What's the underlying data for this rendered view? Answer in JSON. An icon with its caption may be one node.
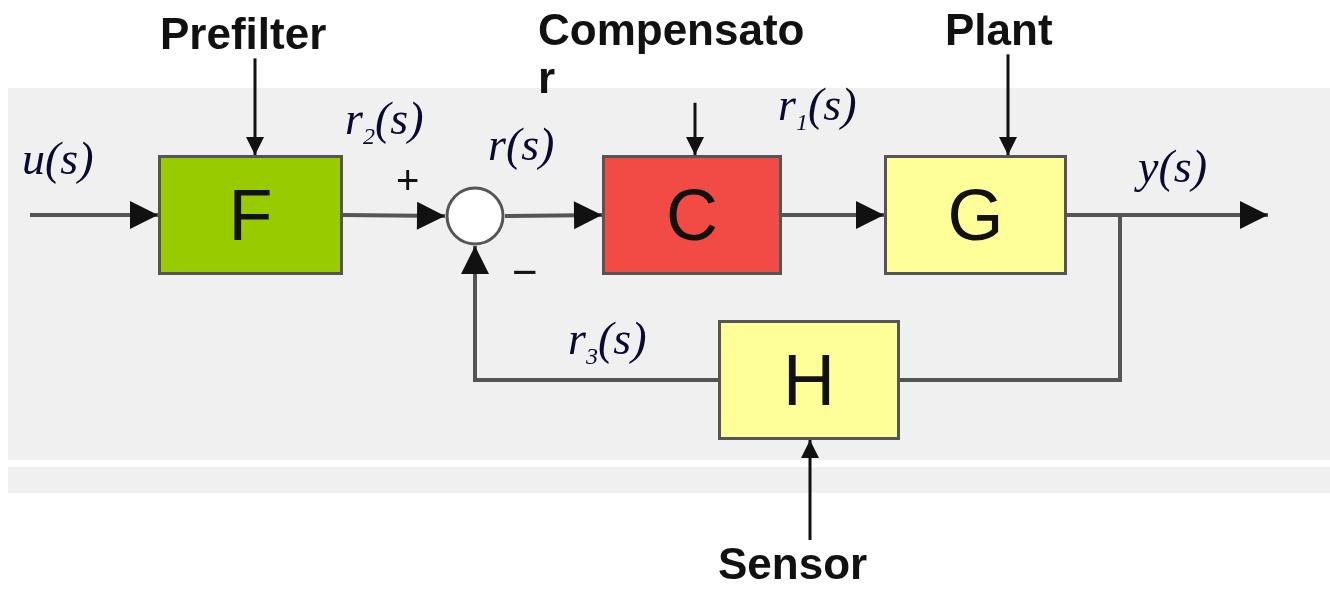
{
  "diagram": {
    "nodes": [
      {
        "text": [
          "Prefilter"
        ]
      },
      {
        "text": [
          "F"
        ]
      },
      {
        "text": [
          "Compensato r"
        ]
      },
      {
        "text": [
          "C"
        ]
      },
      {
        "text": [
          "Plant"
        ]
      },
      {
        "text": [
          "G"
        ]
      },
      {
        "text": [],
        "shape": "circle"
      },
      {
        "text": [
          "H"
        ]
      },
      {
        "text": [
          "Sensor"
        ]
      }
    ],
    "edges": [
      {
        "from": null,
        "to": 1,
        "arrow": "to",
        "label": "u(s)"
      },
      {
        "from": 0,
        "to": 1,
        "arrow": "to",
        "color": "#111111"
      },
      {
        "from": 1,
        "to": 6,
        "arrow": "to",
        "label": "r$_{2}$(s)"
      },
      {
        "from": 6,
        "to": 3,
        "arrow": "to",
        "label": "r(s)"
      },
      {
        "from": 2,
        "to": 3,
        "arrow": "to",
        "color": "#111111"
      },
      {
        "from": 3,
        "to": 5,
        "arrow": "to",
        "label": "r$_{1}$(s)"
      },
      {
        "from": 4,
        "to": 5,
        "arrow": "to",
        "color": "#111111"
      },
      {
        "from": 5,
        "to": null,
        "arrow": "to",
        "label": "y(s)"
      },
      {
        "from": 5,
        "to": 7,
        "arrow": "none"
      },
      {
        "from": 7,
        "to": 6,
        "arrow": "to",
        "label": "r$_{3}$(s)"
      },
      {
        "from": 8,
        "to": 7,
        "arrow": "to",
        "color": "#111111"
      }
    ],
    "labels": [
      "+",
      "−"
    ]
  }
}
